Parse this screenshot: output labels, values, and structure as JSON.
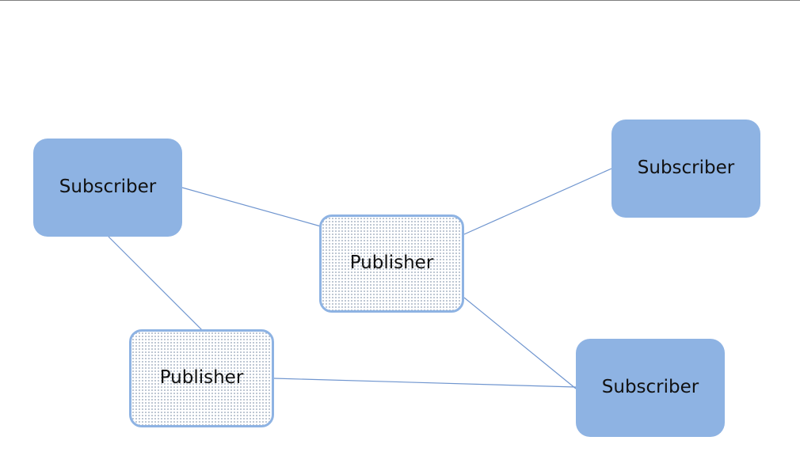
{
  "diagram": {
    "nodes": [
      {
        "id": "sub-left",
        "kind": "subscriber",
        "label": "Subscriber"
      },
      {
        "id": "sub-right-top",
        "kind": "subscriber",
        "label": "Subscriber"
      },
      {
        "id": "sub-right-bottom",
        "kind": "subscriber",
        "label": "Subscriber"
      },
      {
        "id": "pub-center",
        "kind": "publisher",
        "label": "Publisher"
      },
      {
        "id": "pub-bottom-left",
        "kind": "publisher",
        "label": "Publisher"
      }
    ],
    "edges": [
      {
        "from": "sub-left",
        "to": "pub-center"
      },
      {
        "from": "pub-center",
        "to": "sub-right-top"
      },
      {
        "from": "pub-center",
        "to": "sub-right-bottom"
      },
      {
        "from": "sub-left",
        "to": "pub-bottom-left"
      },
      {
        "from": "pub-bottom-left",
        "to": "sub-right-bottom"
      }
    ],
    "colors": {
      "subscriber_fill": "#8eb3e3",
      "publisher_border": "#8eb3e3",
      "publisher_pattern": "#a9b4c4",
      "connector": "#6f95cf"
    }
  }
}
